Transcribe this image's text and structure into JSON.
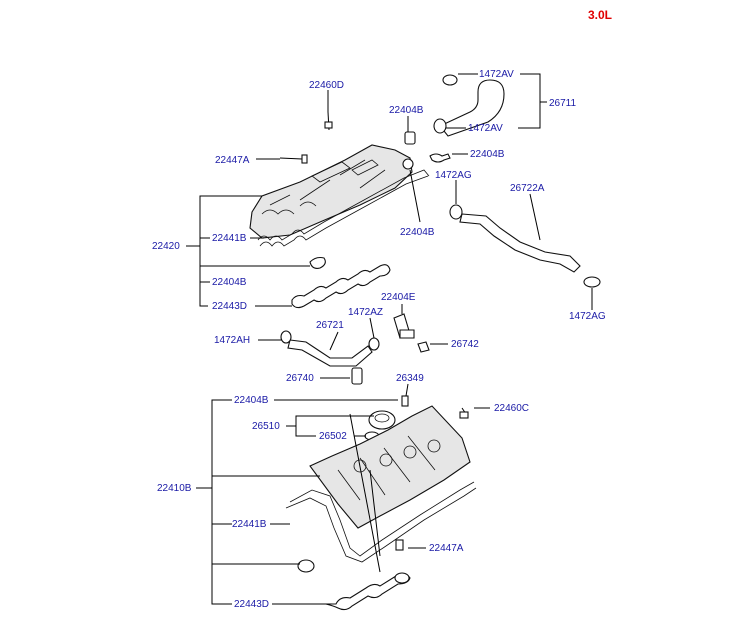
{
  "variant": "3.0L",
  "labels": {
    "l_22460D": "22460D",
    "l_22404B_top": "22404B",
    "l_22447A_top": "22447A",
    "l_22404B_right": "22404B",
    "l_1472AV_top": "1472AV",
    "l_26711": "26711",
    "l_1472AV_bot": "1472AV",
    "l_22404B_hose": "22404B",
    "l_1472AG_top": "1472AG",
    "l_26722A": "26722A",
    "l_22420": "22420",
    "l_22441B_top": "22441B",
    "l_22404B_left": "22404B",
    "l_22443D_top": "22443D",
    "l_1472AG_bot": "1472AG",
    "l_22404E": "22404E",
    "l_1472AZ": "1472AZ",
    "l_26721": "26721",
    "l_1472AH": "1472AH",
    "l_26742": "26742",
    "l_26740": "26740",
    "l_26349": "26349",
    "l_22404B_low": "22404B",
    "l_22460C": "22460C",
    "l_26510": "26510",
    "l_26502": "26502",
    "l_22410B": "22410B",
    "l_22441B_low": "22441B",
    "l_22447A_low": "22447A",
    "l_22443D_low": "22443D"
  }
}
